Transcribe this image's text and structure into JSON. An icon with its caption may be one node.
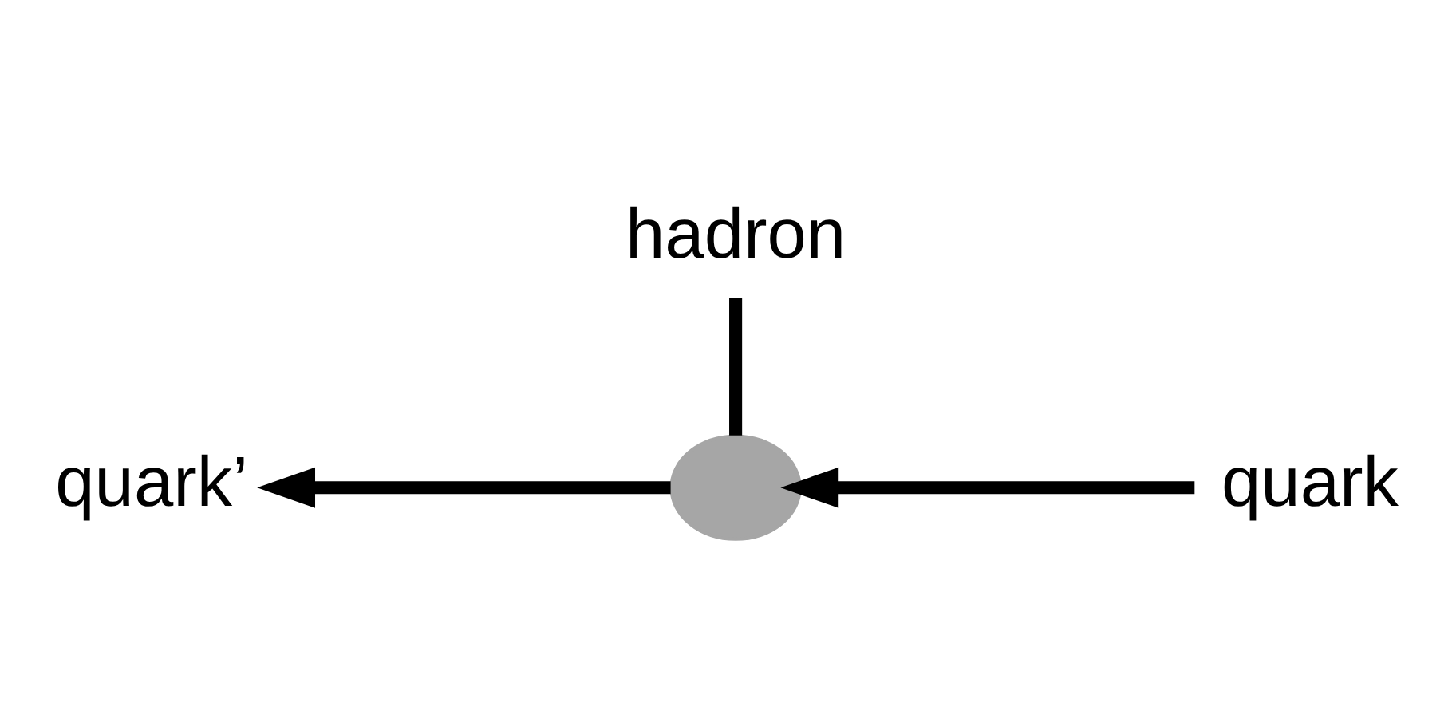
{
  "diagram": {
    "nodes": [
      {
        "text": [
          "hadron"
        ]
      },
      {
        "text": [
          "quark’"
        ]
      },
      {
        "text": [],
        "shape": "circle"
      },
      {
        "text": [
          "quark"
        ]
      }
    ],
    "edges": [
      {
        "from": 3,
        "to": 2,
        "arrow": "to"
      },
      {
        "from": 2,
        "to": 1,
        "arrow": "to"
      },
      {
        "from": 0,
        "to": 2,
        "arrow": "none"
      }
    ]
  }
}
